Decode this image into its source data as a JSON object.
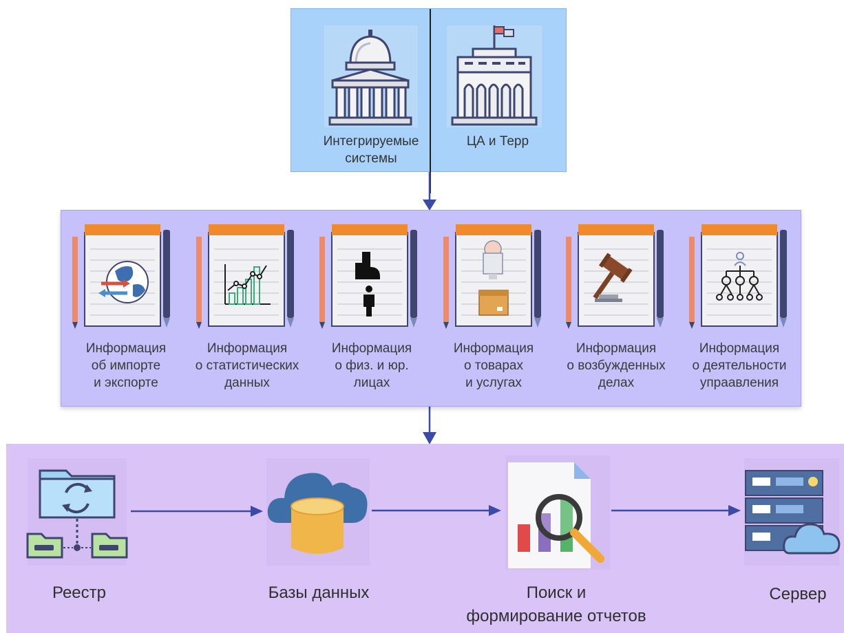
{
  "sources": [
    {
      "id": "integrated",
      "label_line1": "Интегрируемые",
      "label_line2": "системы",
      "icon": "capitol-building-icon"
    },
    {
      "id": "central",
      "label_line1": "ЦА и Терр",
      "label_line2": "",
      "icon": "government-building-flag-icon"
    }
  ],
  "info_items": [
    {
      "id": "import-export",
      "line1": "Информация",
      "line2": "об импорте",
      "line3": "и экспорте",
      "icon": "globe-exchange-icon"
    },
    {
      "id": "statistics",
      "line1": "Информация",
      "line2": "о статистических",
      "line3": "данных",
      "icon": "chart-growth-icon"
    },
    {
      "id": "persons",
      "line1": "Информация",
      "line2": "о физ. и юр.",
      "line3": "лицах",
      "icon": "building-person-icon"
    },
    {
      "id": "goods",
      "line1": "Информация",
      "line2": "о товарах",
      "line3": "и услугах",
      "icon": "goods-services-icon"
    },
    {
      "id": "cases",
      "line1": "Информация",
      "line2": "о возбужденных",
      "line3": "делах",
      "icon": "gavel-icon"
    },
    {
      "id": "management",
      "line1": "Информация",
      "line2": "о деятельности",
      "line3": "упраавления",
      "icon": "org-structure-icon"
    }
  ],
  "process_steps": [
    {
      "id": "registry",
      "line1": "Реестр",
      "line2": "",
      "icon": "sync-folder-icon"
    },
    {
      "id": "databases",
      "line1": "Базы данных",
      "line2": "",
      "icon": "cloud-database-icon"
    },
    {
      "id": "search",
      "line1": "Поиск и",
      "line2": "формирование отчетов",
      "icon": "report-search-icon"
    },
    {
      "id": "server",
      "line1": "Сервер",
      "line2": "",
      "icon": "server-cloud-icon"
    }
  ],
  "colors": {
    "sources_bg": "#a9d2fb",
    "info_bg": "#c6c0fb",
    "process_bg": "#d9c3f7",
    "arrow": "#3b4aa6"
  }
}
